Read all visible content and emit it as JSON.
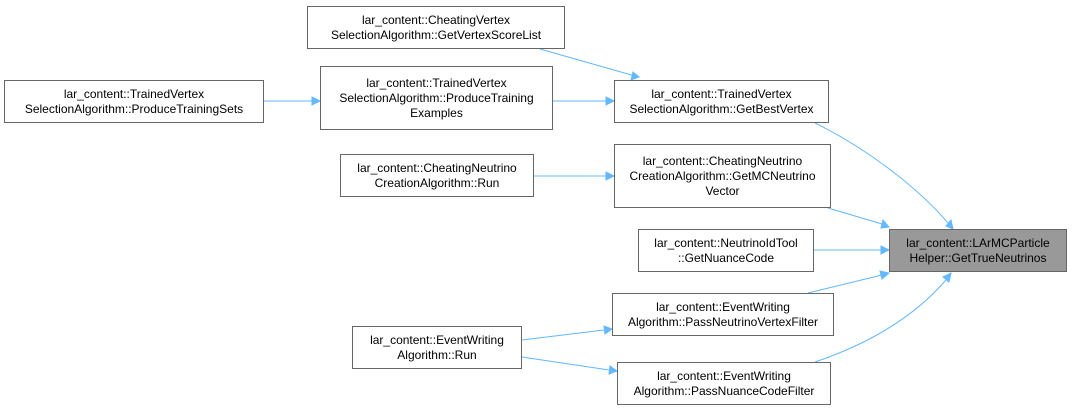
{
  "graph": {
    "edge_color": "#63b8ff",
    "nodes": {
      "getbestvertex": "lar_content::TrainedVertex\nSelectionAlgorithm::GetBestVertex",
      "getvertexscore": "lar_content::CheatingVertex\nSelectionAlgorithm::GetVertexScoreList",
      "trainingexamples": "lar_content::TrainedVertex\nSelectionAlgorithm::ProduceTraining\nExamples",
      "trainingsets": "lar_content::TrainedVertex\nSelectionAlgorithm::ProduceTrainingSets",
      "cheatingrun": "lar_content::CheatingNeutrino\nCreationAlgorithm::Run",
      "getmcneutrino": "lar_content::CheatingNeutrino\nCreationAlgorithm::GetMCNeutrino\nVector",
      "getnuance": "lar_content::NeutrinoIdTool\n::GetNuanceCode",
      "target": "lar_content::LArMCParticle\nHelper::GetTrueNeutrinos",
      "passvertex": "lar_content::EventWriting\nAlgorithm::PassNeutrinoVertexFilter",
      "eventrun": "lar_content::EventWriting\nAlgorithm::Run",
      "passnuance": "lar_content::EventWriting\nAlgorithm::PassNuanceCodeFilter"
    },
    "edges": [
      {
        "from": "getvertexscore",
        "to": "getbestvertex"
      },
      {
        "from": "trainingexamples",
        "to": "getbestvertex"
      },
      {
        "from": "trainingsets",
        "to": "trainingexamples"
      },
      {
        "from": "getbestvertex",
        "to": "target"
      },
      {
        "from": "cheatingrun",
        "to": "getmcneutrino"
      },
      {
        "from": "getmcneutrino",
        "to": "target"
      },
      {
        "from": "getnuance",
        "to": "target"
      },
      {
        "from": "passvertex",
        "to": "target"
      },
      {
        "from": "passnuance",
        "to": "target"
      },
      {
        "from": "eventrun",
        "to": "passvertex"
      },
      {
        "from": "eventrun",
        "to": "passnuance"
      }
    ]
  }
}
